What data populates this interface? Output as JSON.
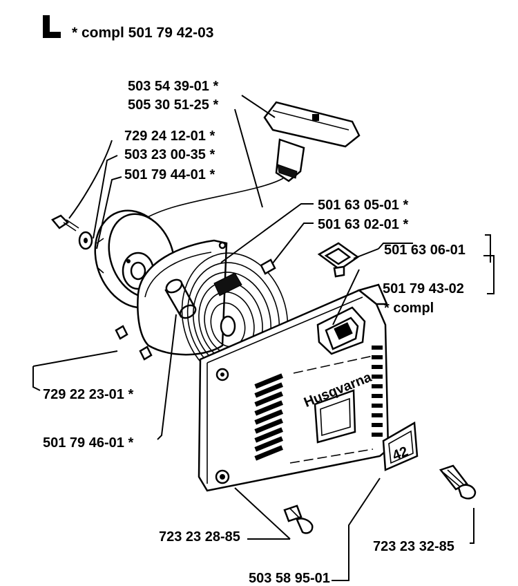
{
  "title": {
    "letter": "L",
    "text": "* compl 501 79 42-03"
  },
  "labels": [
    {
      "id": "p1",
      "text": "503 54 39-01  *"
    },
    {
      "id": "p2",
      "text": "505 30 51-25  *"
    },
    {
      "id": "p3",
      "text": "729 24 12-01  *"
    },
    {
      "id": "p4",
      "text": "503 23 00-35  *"
    },
    {
      "id": "p5",
      "text": "501 79 44-01  *"
    },
    {
      "id": "p6",
      "text": "501 63 05-01  *"
    },
    {
      "id": "p7",
      "text": "501 63 02-01  *"
    },
    {
      "id": "p8",
      "text": "501 63 06-01"
    },
    {
      "id": "p9",
      "text": "501 79 43-02"
    },
    {
      "id": "p10",
      "text": "* compl"
    },
    {
      "id": "p11",
      "text": "729 22 23-01  *"
    },
    {
      "id": "p12",
      "text": "501 79 46-01  *"
    },
    {
      "id": "p13",
      "text": "723 23 28-85"
    },
    {
      "id": "p14",
      "text": "723 23 32-85"
    },
    {
      "id": "p15",
      "text": "503 58 95-01"
    }
  ],
  "decal": {
    "brand": "Husqvarna",
    "model": "42"
  }
}
